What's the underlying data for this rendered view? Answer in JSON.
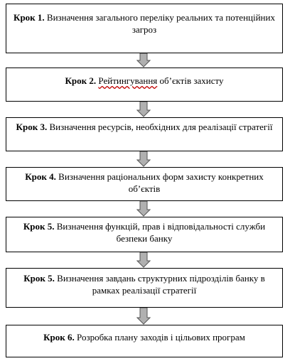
{
  "steps": [
    {
      "label": "Крок 1.",
      "text": "Визначення загального переліку реальних та потенційних загроз"
    },
    {
      "label": "Крок 2.",
      "text_wavy": "Рейтингування",
      "text_rest": " об’єктів захисту"
    },
    {
      "label": "Крок 3.",
      "text": "Визначення ресурсів, необхідних для реалізації стратегії"
    },
    {
      "label": "Крок 4.",
      "text": "Визначення раціональних форм захисту конкретних об’єктів"
    },
    {
      "label": "Крок 5.",
      "text": "Визначення функцій, прав і відповідальності служби безпеки банку"
    },
    {
      "label": "Крок 5.",
      "text": "Визначення завдань структурних підрозділів банку в рамках реалізації стратегії"
    },
    {
      "label": "Крок 6.",
      "text": "Розробка плану заходів і цільових програм"
    }
  ],
  "colors": {
    "arrow_fill": "#b0b0b0",
    "arrow_stroke": "#555555",
    "border": "#000000",
    "spellcheck": "#c00000"
  }
}
